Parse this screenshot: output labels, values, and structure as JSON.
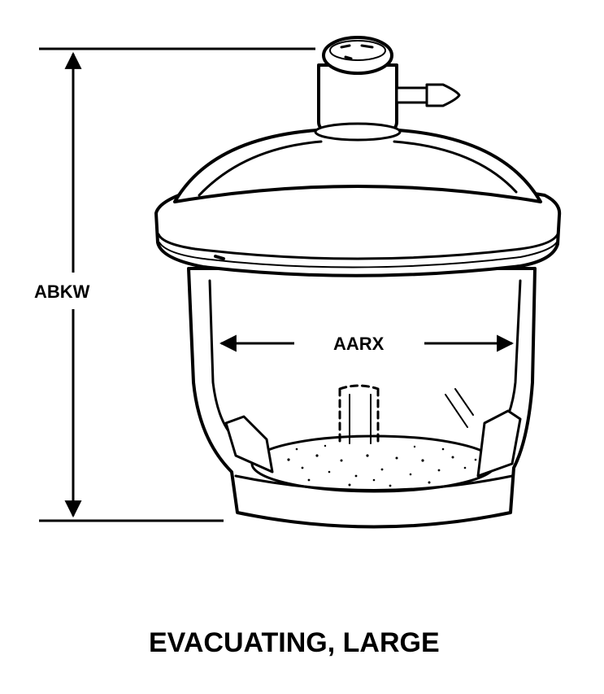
{
  "diagram": {
    "height_dimension_label": "ABKW",
    "width_dimension_label": "AARX",
    "caption": "EVACUATING, LARGE"
  },
  "colors": {
    "line": "#000000",
    "background": "#ffffff"
  }
}
